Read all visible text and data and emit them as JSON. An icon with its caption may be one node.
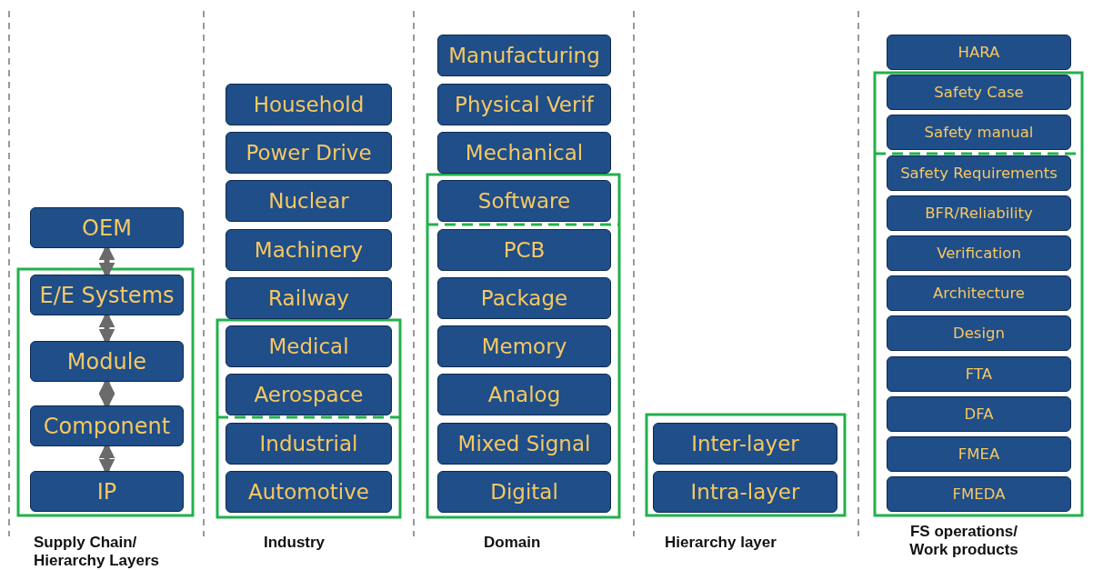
{
  "diagram": {
    "nodes": [
      {
        "text": [
          "OEM"
        ]
      },
      {
        "text": [
          "E/E Systems"
        ]
      },
      {
        "text": [
          "Module"
        ]
      },
      {
        "text": [
          "Component"
        ]
      },
      {
        "text": [
          "IP"
        ]
      },
      {
        "text": [
          "Household"
        ]
      },
      {
        "text": [
          "Power Drive"
        ]
      },
      {
        "text": [
          "Nuclear"
        ]
      },
      {
        "text": [
          "Machinery"
        ]
      },
      {
        "text": [
          "Railway"
        ]
      },
      {
        "text": [
          "Medical"
        ]
      },
      {
        "text": [
          "Aerospace"
        ]
      },
      {
        "text": [
          "Industrial"
        ]
      },
      {
        "text": [
          "Automotive"
        ]
      },
      {
        "text": [
          "Manufacturing"
        ]
      },
      {
        "text": [
          "Physical Verif"
        ]
      },
      {
        "text": [
          "Mechanical"
        ]
      },
      {
        "text": [
          "Software"
        ]
      },
      {
        "text": [
          "PCB"
        ]
      },
      {
        "text": [
          "Package"
        ]
      },
      {
        "text": [
          "Memory"
        ]
      },
      {
        "text": [
          "Analog"
        ]
      },
      {
        "text": [
          "Mixed Signal"
        ]
      },
      {
        "text": [
          "Digital"
        ]
      },
      {
        "text": [
          "Inter-layer"
        ]
      },
      {
        "text": [
          "Intra-layer"
        ]
      },
      {
        "text": [
          "HARA"
        ]
      },
      {
        "text": [
          "Safety Case"
        ]
      },
      {
        "text": [
          "Safety manual"
        ]
      },
      {
        "text": [
          "Safety Requirements"
        ]
      },
      {
        "text": [
          "BFR/Reliability"
        ]
      },
      {
        "text": [
          "Verification"
        ]
      },
      {
        "text": [
          "Architecture"
        ]
      },
      {
        "text": [
          "Design"
        ]
      },
      {
        "text": [
          "FTA"
        ]
      },
      {
        "text": [
          "DFA"
        ]
      },
      {
        "text": [
          "FMEA"
        ]
      },
      {
        "text": [
          "FMEDA"
        ]
      }
    ],
    "edges": [
      {
        "from": 0,
        "to": 1,
        "arrow": "both"
      },
      {
        "from": 1,
        "to": 2,
        "arrow": "both"
      },
      {
        "from": 2,
        "to": 3,
        "arrow": "both"
      },
      {
        "from": 3,
        "to": 4,
        "arrow": "both"
      }
    ],
    "labels": [
      "Supply Chain/ Hierarchy Layers",
      "Industry",
      "Domain",
      "Hierarchy layer",
      "FS operations/ Work products"
    ]
  }
}
